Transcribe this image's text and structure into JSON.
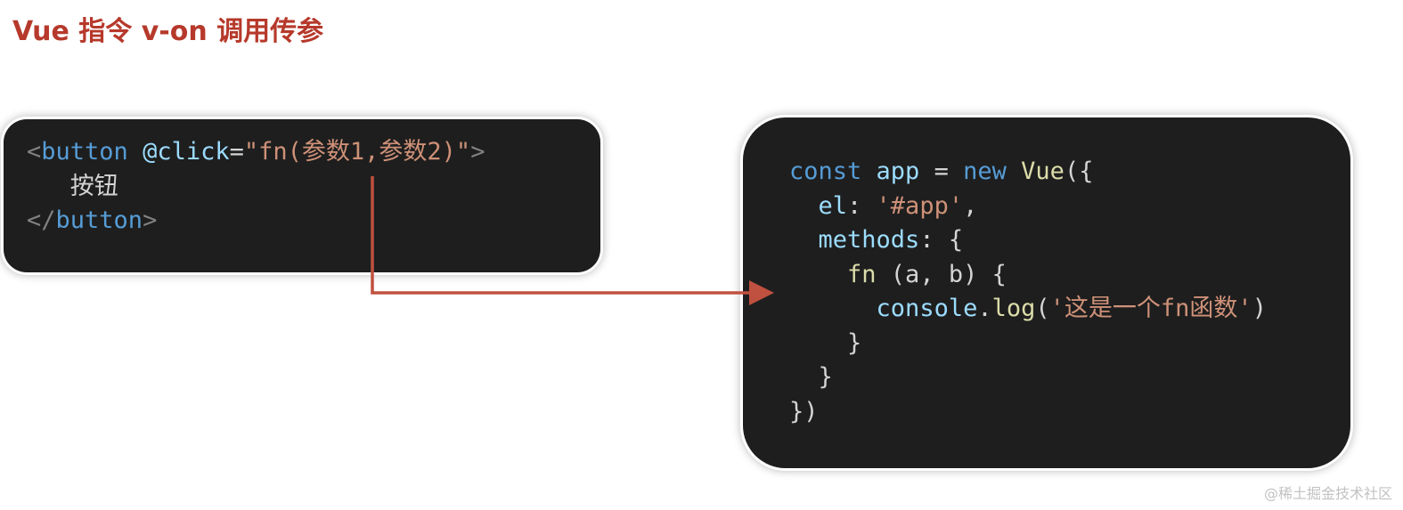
{
  "title": "Vue 指令 v-on 调用传参",
  "template_code": {
    "line1": {
      "open_bracket": "<",
      "tag": "button",
      "space": " ",
      "attr": "@click",
      "eq": "=",
      "value": "\"fn(参数1,参数2)\"",
      "close_bracket": ">"
    },
    "line2": {
      "indent": "   ",
      "text": "按钮"
    },
    "line3": {
      "open_bracket": "</",
      "tag": "button",
      "close_bracket": ">"
    }
  },
  "script_code": {
    "line1": {
      "kw_const": "const",
      "sp1": " ",
      "var": "app",
      "op": " = ",
      "kw_new": "new",
      "sp2": " ",
      "cls": "Vue",
      "punc": "({"
    },
    "line2": {
      "indent": "  ",
      "key": "el",
      "colon": ": ",
      "str": "'#app'",
      "comma": ","
    },
    "line3": {
      "indent": "  ",
      "key": "methods",
      "colon": ": ",
      "brace": "{"
    },
    "line4": {
      "indent": "    ",
      "fn": "fn",
      "params": " (a, b) {"
    },
    "line5": {
      "indent": "      ",
      "obj": "console",
      "dot": ".",
      "method": "log",
      "open": "(",
      "str": "'这是一个fn函数'",
      "close": ")"
    },
    "line6": {
      "indent": "    ",
      "brace": "}"
    },
    "line7": {
      "indent": "  ",
      "brace": "}"
    },
    "line8": {
      "indent": "",
      "punc": "})"
    }
  },
  "colors": {
    "title": "#b6392b",
    "arrow": "#c0503f",
    "code_background": "#1e1e1e"
  },
  "watermark": "@稀土掘金技术社区"
}
